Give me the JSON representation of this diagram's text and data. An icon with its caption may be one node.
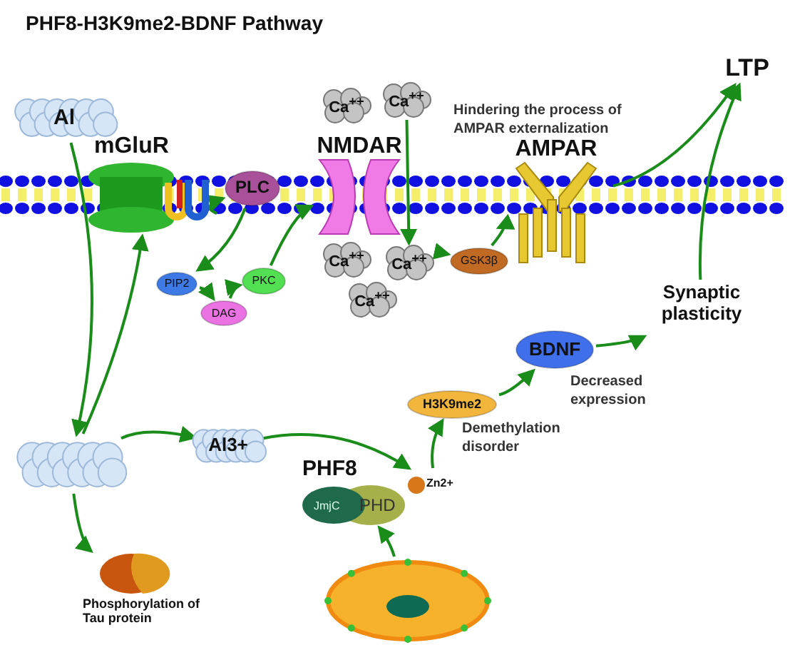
{
  "diagram": {
    "title": "PHF8-H3K9me2-BDNF Pathway",
    "nodes": [
      {
        "text": [
          "Al"
        ]
      },
      {
        "text": [
          "mGluR"
        ]
      },
      {
        "text": [
          "PLC"
        ]
      },
      {
        "text": [
          "Ca$^{++}$"
        ]
      },
      {
        "text": [
          "Ca$^{++}$"
        ]
      },
      {
        "text": [
          "NMDAR"
        ]
      },
      {
        "text": [
          "AMPAR"
        ],
        "beside": [
          "Hindering the process of AMPAR externalization"
        ]
      },
      {
        "text": [
          "LTP"
        ]
      },
      {
        "text": [
          "PIP2"
        ]
      },
      {
        "text": [
          "PKC"
        ]
      },
      {
        "text": [
          "Ca$^{++}$"
        ]
      },
      {
        "text": [
          "Ca$^{++}$"
        ]
      },
      {
        "text": [
          "GSK3β"
        ]
      },
      {
        "text": [
          "DAG"
        ]
      },
      {
        "text": [
          "Synaptic plasticity"
        ]
      },
      {
        "text": [
          "Ca$^{++}$"
        ]
      },
      {
        "text": [
          "BDNF"
        ],
        "beside": [
          "Decreased expression"
        ]
      },
      {
        "text": [
          "H3K9me2"
        ],
        "beside": [
          "Demethylation disorder"
        ]
      },
      {
        "text": [],
        "shape": "cloud"
      },
      {
        "text": [
          "Al3+"
        ]
      },
      {
        "text": [
          "PHF8",
          "JmjC",
          "PHD"
        ]
      },
      {
        "text": [
          "Zn2+"
        ]
      },
      {
        "text": [
          "Phosphorylation of Tau protein"
        ]
      },
      {
        "text": [],
        "shape": "circle"
      }
    ],
    "edges": [
      {
        "from": 0,
        "to": 18,
        "arrow": "to"
      },
      {
        "from": 18,
        "to": 1,
        "arrow": "to"
      },
      {
        "from": 18,
        "to": 19,
        "arrow": "to"
      },
      {
        "from": 18,
        "to": 22,
        "arrow": "to"
      },
      {
        "from": 1,
        "to": 2,
        "arrow": "to"
      },
      {
        "from": 2,
        "to": 8,
        "arrow": "to"
      },
      {
        "from": 8,
        "to": 13,
        "arrow": "to"
      },
      {
        "from": 13,
        "to": 9,
        "arrow": "to"
      },
      {
        "from": 9,
        "to": 5,
        "arrow": "to"
      },
      {
        "from": 4,
        "to": 11,
        "arrow": "to"
      },
      {
        "from": 11,
        "to": 12,
        "arrow": "to"
      },
      {
        "from": 12,
        "to": 6,
        "arrow": "to"
      },
      {
        "from": 6,
        "to": 7,
        "arrow": "to"
      },
      {
        "from": 14,
        "to": 7,
        "arrow": "to"
      },
      {
        "from": 16,
        "to": 14,
        "arrow": "to"
      },
      {
        "from": 17,
        "to": 16,
        "arrow": "to"
      },
      {
        "from": 21,
        "to": 17,
        "arrow": "to"
      },
      {
        "from": 19,
        "to": 21,
        "arrow": "to"
      },
      {
        "from": 23,
        "to": 20,
        "arrow": "to"
      }
    ]
  }
}
